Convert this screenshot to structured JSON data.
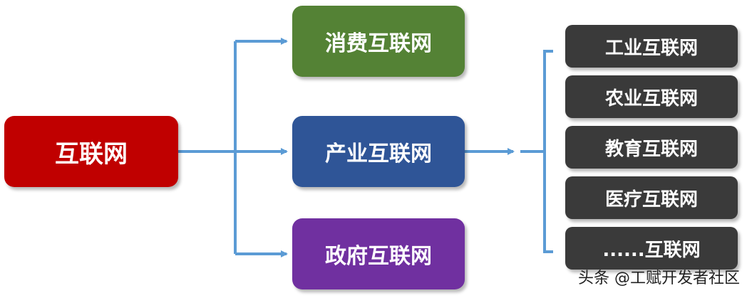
{
  "diagram": {
    "root": {
      "label": "互联网",
      "color": "#C00000"
    },
    "branches": [
      {
        "label": "消费互联网",
        "color": "#548235"
      },
      {
        "label": "产业互联网",
        "color": "#2F5597"
      },
      {
        "label": "政府互联网",
        "color": "#7030A0"
      }
    ],
    "industrial_children": [
      {
        "label": "工业互联网"
      },
      {
        "label": "农业互联网"
      },
      {
        "label": "教育互联网"
      },
      {
        "label": "医疗互联网"
      },
      {
        "label": "......互联网"
      }
    ],
    "leaf_color": "#3A3A3A",
    "connector_color": "#5B9BD5"
  },
  "watermark": "头条 @工赋开发者社区"
}
